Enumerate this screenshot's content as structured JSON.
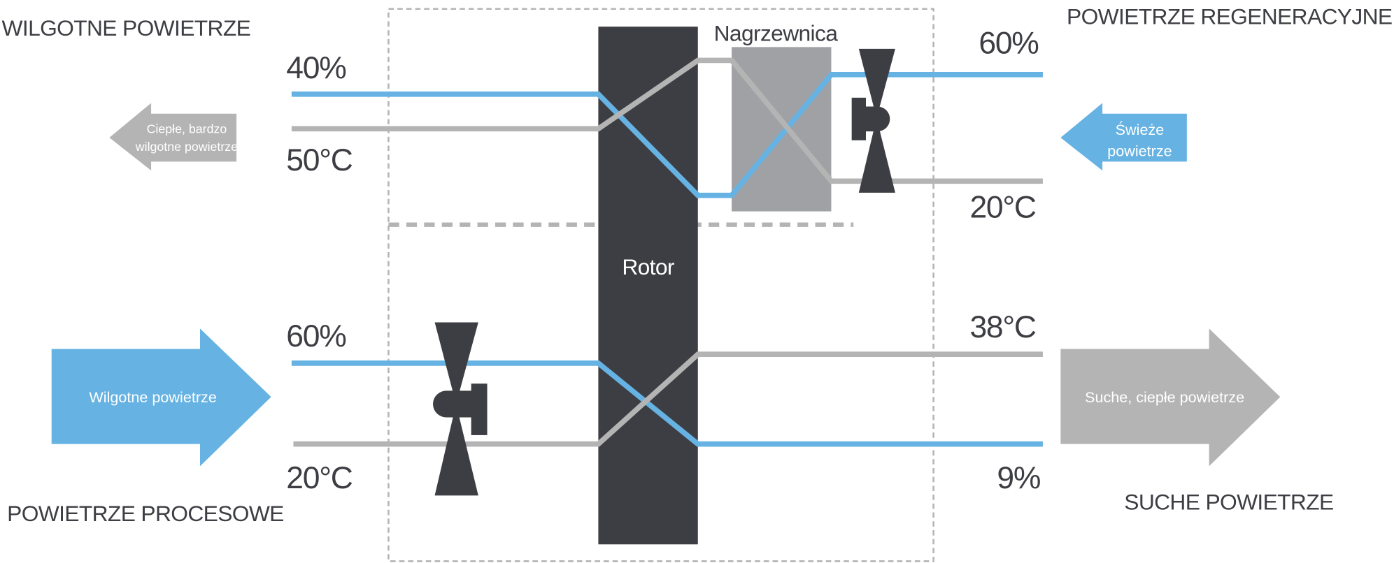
{
  "colors": {
    "humid": "#65b2e3",
    "temp": "#b4b4b4",
    "rotor": "#3d3e43",
    "heater": "#a0a1a5",
    "fan": "#3d3e43",
    "dashed": "#b4b4b4"
  },
  "labels": {
    "wet_air_title": "WILGOTNE POWIETRZE",
    "regen_air_title": "POWIETRZE REGENERACYJNE",
    "process_air_title": "POWIETRZE PROCESOWE",
    "dry_air_title": "SUCHE POWIETRZE",
    "heater": "Nagrzewnica",
    "rotor": "Rotor"
  },
  "values": {
    "top_left_humidity": "40%",
    "top_left_temp": "50°C",
    "top_right_humidity": "60%",
    "top_right_temp": "20°C",
    "bottom_left_humidity": "60%",
    "bottom_left_temp": "20°C",
    "bottom_right_temp": "38°C",
    "bottom_right_humidity": "9%"
  },
  "arrows": {
    "exhaust": [
      "Ciepłe, bardzo",
      "wilgotne powietrze"
    ],
    "fresh": [
      "Świeże",
      "powietrze"
    ],
    "process_in": "Wilgotne powietrze",
    "dry_out": "Suche, ciepłe powietrze"
  },
  "icons": {
    "fan": "fan-icon"
  }
}
